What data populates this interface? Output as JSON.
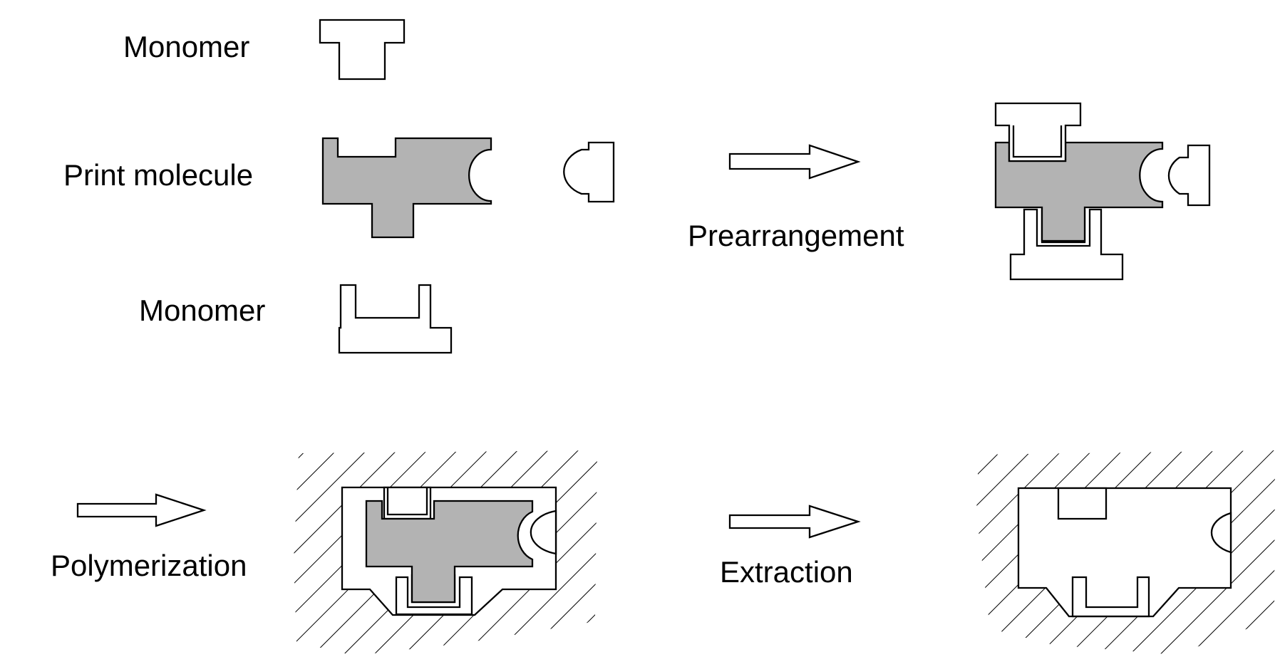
{
  "labels": {
    "monomer_top": "Monomer",
    "print_molecule": "Print molecule",
    "monomer_bottom": "Monomer",
    "prearrangement": "Prearrangement",
    "polymerization": "Polymerization",
    "extraction": "Extraction"
  },
  "colors": {
    "print_fill": "#b3b3b3",
    "outline": "#000000",
    "background": "#ffffff"
  },
  "icons": {
    "arrow": "hollow-right-arrow",
    "hatch": "diagonal-hatching"
  }
}
